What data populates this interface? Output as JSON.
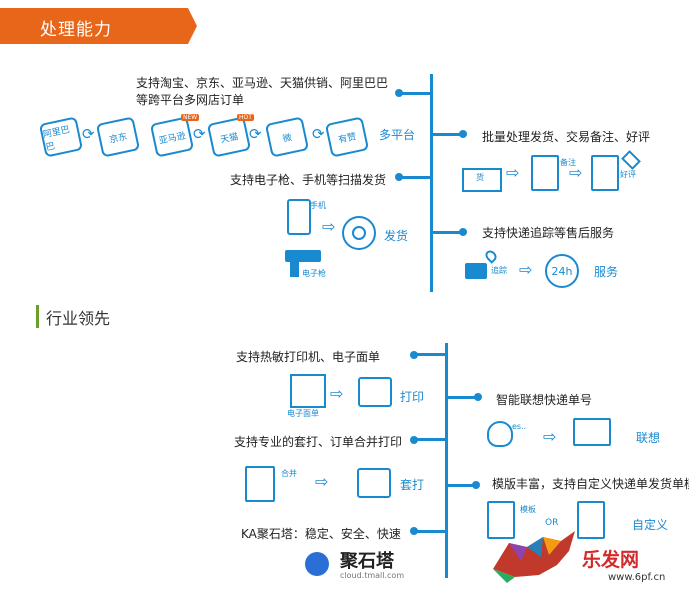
{
  "section1": {
    "title": "处理能力",
    "left": {
      "platforms_text_line1": "支持淘宝、京东、亚马逊、天猫供销、阿里巴巴",
      "platforms_text_line2": "等跨平台多网店订单",
      "puzzles": [
        "阿里巴巴",
        "京东",
        "亚马逊",
        "天猫",
        "微",
        "有赞"
      ],
      "badges": [
        "NEW",
        "HOT"
      ],
      "multi_platform_label": "多平台",
      "scan_text": "支持电子枪、手机等扫描发货",
      "phone_label": "手机",
      "gun_label": "电子枪",
      "ship_label": "发货"
    },
    "right": {
      "batch_text": "批量处理发货、交易备注、好评",
      "box_label": "货",
      "note_label": "备注",
      "praise_label": "好评",
      "track_text": "支持快递追踪等售后服务",
      "track_label": "追踪",
      "hours_label": "24h",
      "service_label": "服务"
    }
  },
  "section2": {
    "title": "行业领先",
    "left": {
      "print_text": "支持热敏打印机、电子面单",
      "waybill_label": "电子面单",
      "print_label": "打印",
      "merge_text": "支持专业的套打、订单合并打印",
      "merge_doc_label": "合并",
      "overprint_label": "套打",
      "ka_text": "KA聚石塔：稳定、安全、快速",
      "jst_name": "聚石塔",
      "jst_url": "cloud.tmall.com"
    },
    "right": {
      "assoc_text": "智能联想快递单号",
      "es_label": "es..",
      "assoc_label": "联想",
      "template_text": "模版丰富，支持自定义快递单发货单模",
      "template_label": "模板",
      "or_label": "OR",
      "custom_label": "自定义"
    }
  },
  "watermark": {
    "brand": "乐发网",
    "url": "www.6pf.cn"
  }
}
